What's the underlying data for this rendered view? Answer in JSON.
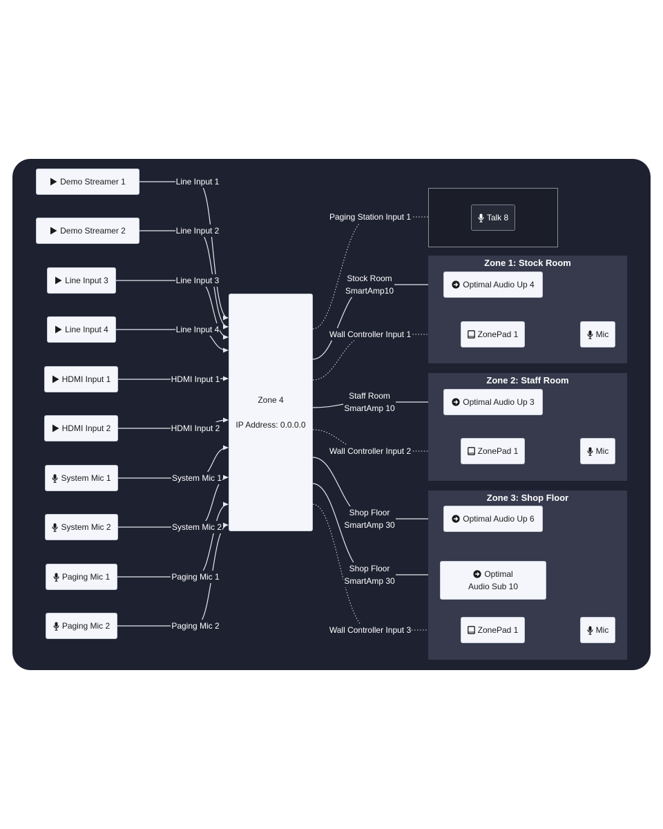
{
  "colors": {
    "background": "#1e2130",
    "zone_panel": "#363a4c",
    "node_fill": "#f4f6fb",
    "edge": "#e6e8ee"
  },
  "sources": [
    {
      "label": "Demo Streamer 1",
      "icon": "play-icon"
    },
    {
      "label": "Demo Streamer 2",
      "icon": "play-icon"
    },
    {
      "label": "Line Input 3",
      "icon": "play-icon"
    },
    {
      "label": "Line Input 4",
      "icon": "play-icon"
    },
    {
      "label": "HDMI Input 1",
      "icon": "play-icon"
    },
    {
      "label": "HDMI Input 2",
      "icon": "play-icon"
    },
    {
      "label": "System Mic 1",
      "icon": "mic-icon"
    },
    {
      "label": "System Mic 2",
      "icon": "mic-icon"
    },
    {
      "label": "Paging Mic 1",
      "icon": "mic-icon"
    },
    {
      "label": "Paging Mic 2",
      "icon": "mic-icon"
    }
  ],
  "input_labels": [
    "Line Input 1",
    "Line Input 2",
    "Line Input 3",
    "Line Input 4",
    "HDMI Input 1",
    "HDMI Input 2",
    "System Mic 1",
    "System Mic 2",
    "Paging Mic 1",
    "Paging Mic 2"
  ],
  "hub": {
    "title": "Zone 4",
    "address": "IP Address: 0.0.0.0"
  },
  "output_labels": [
    "Paging Station Input 1",
    "Stock Room\nSmartAmp10",
    "Wall Controller Input 1",
    "Staff Room\nSmartAmp 10",
    "Wall Controller Input 2",
    "Shop Floor\nSmartAmp 30",
    "Shop Floor\nSmartAmp 30",
    "Wall Controller Input 3"
  ],
  "talk": {
    "label": "Talk 8",
    "icon": "mic-icon"
  },
  "zones": [
    {
      "title": "Zone 1: Stock Room",
      "speakers": [
        {
          "label": "Optimal Audio Up 4",
          "icon": "arrow-circle-icon"
        }
      ],
      "pad": {
        "label": "ZonePad 1",
        "icon": "tablet-icon"
      },
      "mic": {
        "label": "Mic",
        "icon": "mic-icon"
      }
    },
    {
      "title": "Zone 2: Staff Room",
      "speakers": [
        {
          "label": "Optimal Audio Up 3",
          "icon": "arrow-circle-icon"
        }
      ],
      "pad": {
        "label": "ZonePad 1",
        "icon": "tablet-icon"
      },
      "mic": {
        "label": "Mic",
        "icon": "mic-icon"
      }
    },
    {
      "title": "Zone 3: Shop Floor",
      "speakers": [
        {
          "label": "Optimal Audio Up 6",
          "icon": "arrow-circle-icon"
        },
        {
          "label": "Optimal\nAudio Sub 10",
          "icon": "arrow-circle-icon"
        }
      ],
      "pad": {
        "label": "ZonePad 1",
        "icon": "tablet-icon"
      },
      "mic": {
        "label": "Mic",
        "icon": "mic-icon"
      }
    }
  ]
}
